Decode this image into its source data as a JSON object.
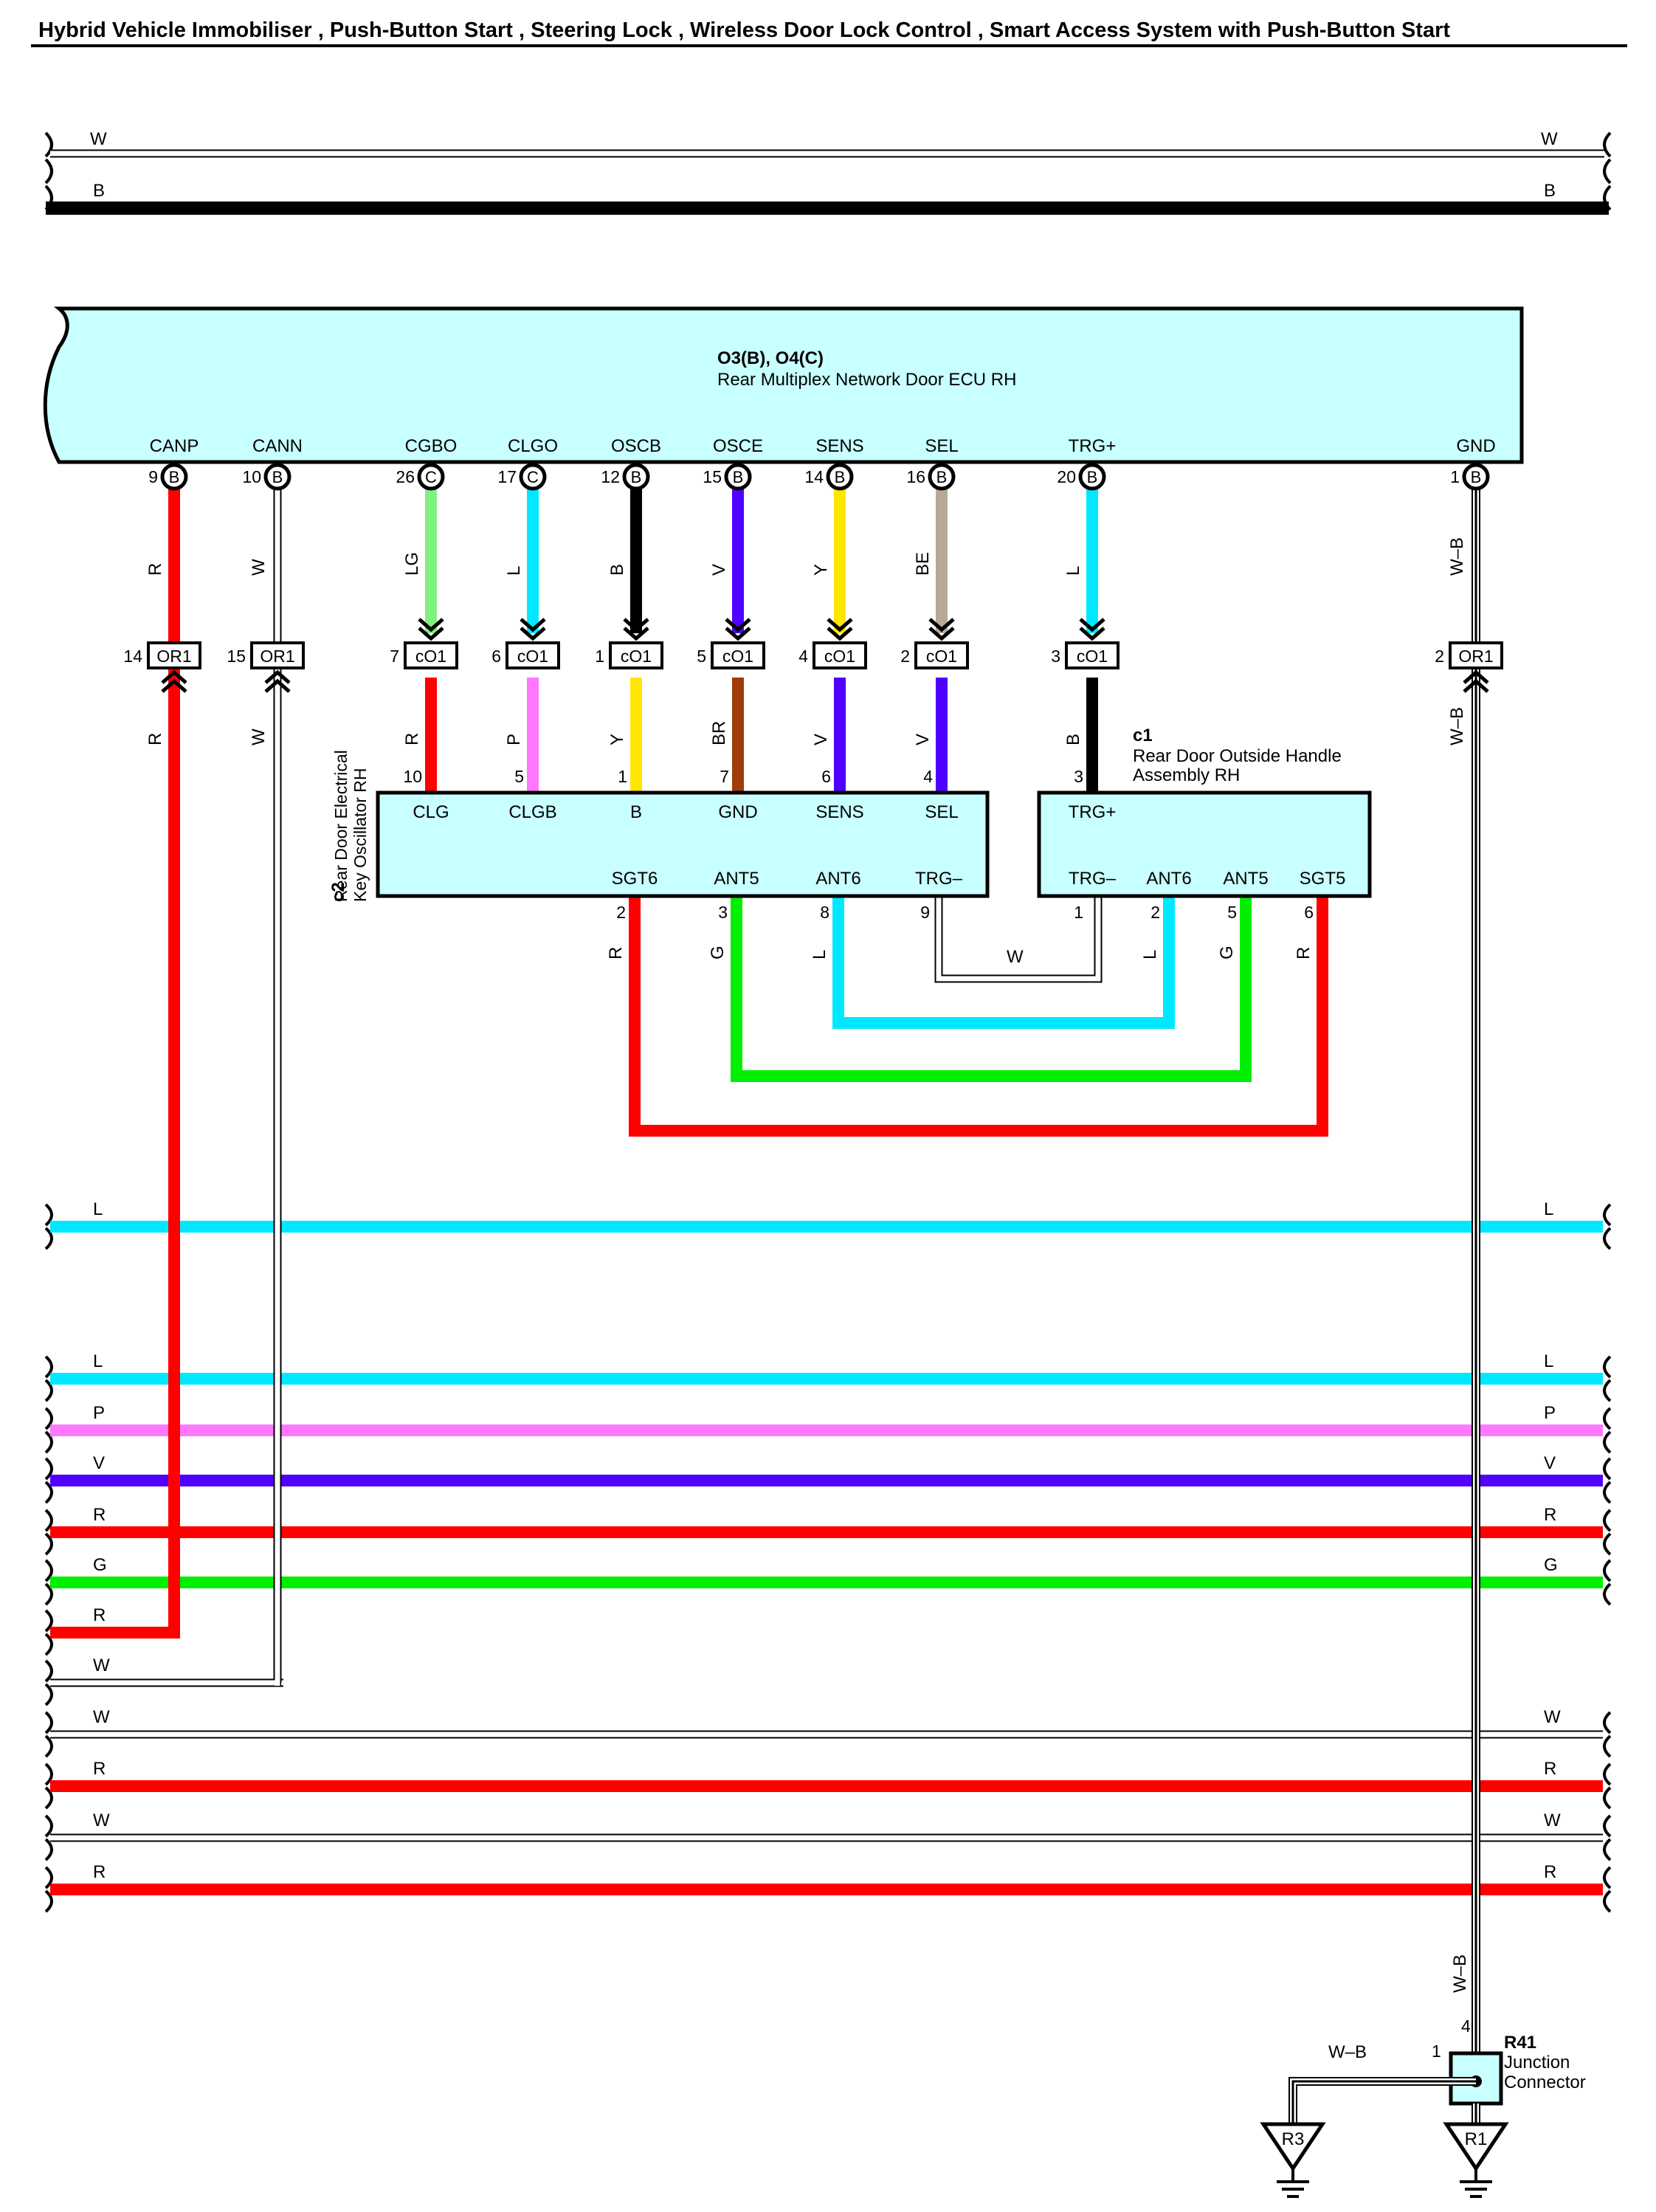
{
  "title": "Hybrid Vehicle Immobiliser , Push-Button Start , Steering Lock , Wireless Door Lock Control , Smart Access System with Push-Button Start",
  "colors": {
    "W": "#ffffff",
    "B": "#000000",
    "R": "#ff0000",
    "L": "#00e8ff",
    "LG": "#80f080",
    "P": "#ff78ff",
    "V": "#5000ff",
    "Y": "#ffe600",
    "BE": "#b8a898",
    "BR": "#a03c0a",
    "G": "#00ee00",
    "W-B": "#ffffff",
    "ecu_fill": "#c8ffff",
    "ecu_border": "#000000"
  },
  "top_buses": [
    {
      "color_code": "W",
      "left_label": "W",
      "right_label": "W"
    },
    {
      "color_code": "B",
      "left_label": "B",
      "right_label": "B"
    }
  ],
  "ecu": {
    "id": "O3(B), O4(C)",
    "name": "Rear Multiplex Network Door ECU RH",
    "pins": [
      {
        "label": "CANP",
        "pin": "9",
        "conn": "B",
        "wire": "R"
      },
      {
        "label": "CANN",
        "pin": "10",
        "conn": "B",
        "wire": "W"
      },
      {
        "label": "CGBO",
        "pin": "26",
        "conn": "C",
        "wire": "LG"
      },
      {
        "label": "CLGO",
        "pin": "17",
        "conn": "C",
        "wire": "L"
      },
      {
        "label": "OSCB",
        "pin": "12",
        "conn": "B",
        "wire": "B"
      },
      {
        "label": "OSCE",
        "pin": "15",
        "conn": "B",
        "wire": "V"
      },
      {
        "label": "SENS",
        "pin": "14",
        "conn": "B",
        "wire": "Y"
      },
      {
        "label": "SEL",
        "pin": "16",
        "conn": "B",
        "wire": "BE"
      },
      {
        "label": "TRG+",
        "pin": "20",
        "conn": "B",
        "wire": "L"
      },
      {
        "label": "GND",
        "pin": "1",
        "conn": "B",
        "wire": "W-B"
      }
    ]
  },
  "inline_connectors": [
    {
      "pin": "14",
      "name": "OR1",
      "lower_wire": "R"
    },
    {
      "pin": "15",
      "name": "OR1",
      "lower_wire": "W"
    },
    {
      "pin": "7",
      "name": "cO1",
      "lower_wire": "R"
    },
    {
      "pin": "6",
      "name": "cO1",
      "lower_wire": "P"
    },
    {
      "pin": "1",
      "name": "cO1",
      "lower_wire": "Y"
    },
    {
      "pin": "5",
      "name": "cO1",
      "lower_wire": "BR"
    },
    {
      "pin": "4",
      "name": "cO1",
      "lower_wire": "V"
    },
    {
      "pin": "2",
      "name": "cO1",
      "lower_wire": "V"
    },
    {
      "pin": "3",
      "name": "cO1",
      "lower_wire": "B"
    },
    {
      "pin": "2",
      "name": "OR1",
      "lower_wire": "W-B"
    }
  ],
  "oscillator": {
    "id": "c2",
    "name": "Rear Door Electrical Key Oscillator RH",
    "top_pins": [
      {
        "label": "CLG",
        "pin": "10"
      },
      {
        "label": "CLGB",
        "pin": "5"
      },
      {
        "label": "B",
        "pin": "1"
      },
      {
        "label": "GND",
        "pin": "7"
      },
      {
        "label": "SENS",
        "pin": "6"
      },
      {
        "label": "SEL",
        "pin": "4"
      }
    ],
    "bottom_pins": [
      {
        "label": "SGT6",
        "pin": "2",
        "wire": "R"
      },
      {
        "label": "ANT5",
        "pin": "3",
        "wire": "G"
      },
      {
        "label": "ANT6",
        "pin": "8",
        "wire": "L"
      },
      {
        "label": "TRG–",
        "pin": "9",
        "wire": "W"
      }
    ]
  },
  "handle": {
    "id": "c1",
    "name": "Rear Door Outside Handle Assembly RH",
    "top_pins": [
      {
        "label": "TRG+",
        "pin": "3"
      }
    ],
    "bottom_pins": [
      {
        "label": "TRG–",
        "pin": "1",
        "wire": "W"
      },
      {
        "label": "ANT6",
        "pin": "2",
        "wire": "L"
      },
      {
        "label": "ANT5",
        "pin": "5",
        "wire": "G"
      },
      {
        "label": "SGT5",
        "pin": "6",
        "wire": "R"
      }
    ]
  },
  "link_labels": {
    "trg_link": "W"
  },
  "lower_buses": [
    {
      "color_code": "L",
      "left_label": "L",
      "right_label": "L"
    },
    {
      "color_code": "L",
      "left_label": "L",
      "right_label": "L"
    },
    {
      "color_code": "P",
      "left_label": "P",
      "right_label": "P"
    },
    {
      "color_code": "V",
      "left_label": "V",
      "right_label": "V"
    },
    {
      "color_code": "R",
      "left_label": "R",
      "right_label": "R"
    },
    {
      "color_code": "G",
      "left_label": "G",
      "right_label": "G"
    },
    {
      "color_code": "R",
      "left_label": "R",
      "right_label": ""
    },
    {
      "color_code": "W",
      "left_label": "W",
      "right_label": ""
    },
    {
      "color_code": "W",
      "left_label": "W",
      "right_label": "W"
    },
    {
      "color_code": "R",
      "left_label": "R",
      "right_label": "R"
    },
    {
      "color_code": "W",
      "left_label": "W",
      "right_label": "W"
    },
    {
      "color_code": "R",
      "left_label": "R",
      "right_label": "R"
    }
  ],
  "gnd_wire_label": "W–B",
  "junction": {
    "id": "R41",
    "name_line1": "Junction",
    "name_line2": "Connector",
    "pin_in": "4",
    "pin_out": "1",
    "out_wire": "W–B"
  },
  "grounds": [
    {
      "label": "R3"
    },
    {
      "label": "R1"
    }
  ]
}
